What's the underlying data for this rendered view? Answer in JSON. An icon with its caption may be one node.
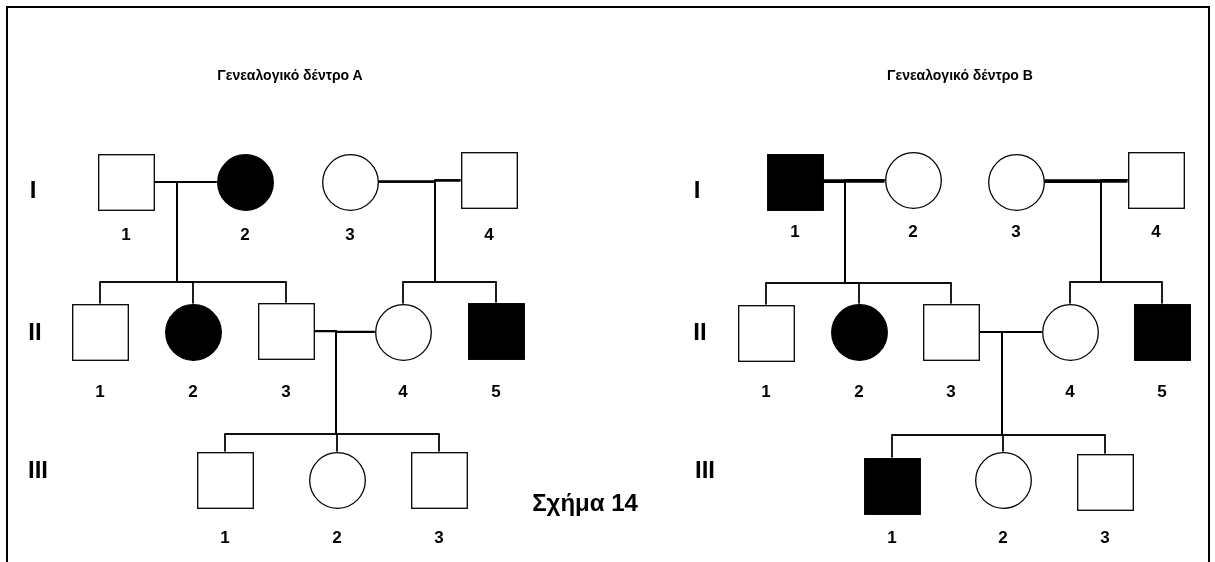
{
  "diagram": {
    "caption": "Σχήμα 14",
    "nodes": [
      {
        "text": [],
        "shape": "box",
        "beside": [
          "1"
        ]
      },
      {
        "text": [],
        "shape": "circle",
        "beside": [
          "2"
        ]
      },
      {
        "text": [],
        "shape": "circle",
        "beside": [
          "3"
        ]
      },
      {
        "text": [],
        "shape": "box",
        "beside": [
          "4"
        ]
      },
      {
        "text": [],
        "shape": "box",
        "beside": [
          "1"
        ]
      },
      {
        "text": [],
        "shape": "circle",
        "beside": [
          "2"
        ]
      },
      {
        "text": [],
        "shape": "box",
        "beside": [
          "3"
        ]
      },
      {
        "text": [],
        "shape": "circle",
        "beside": [
          "4"
        ]
      },
      {
        "text": [],
        "shape": "box",
        "beside": [
          "5"
        ]
      },
      {
        "text": [],
        "shape": "box",
        "beside": [
          "1"
        ]
      },
      {
        "text": [],
        "shape": "circle",
        "beside": [
          "2"
        ]
      },
      {
        "text": [],
        "shape": "box",
        "beside": [
          "3"
        ]
      },
      {
        "text": [],
        "shape": "box",
        "beside": [
          "1"
        ]
      },
      {
        "text": [],
        "shape": "circle",
        "beside": [
          "2"
        ]
      },
      {
        "text": [],
        "shape": "circle",
        "beside": [
          "3"
        ]
      },
      {
        "text": [],
        "shape": "box",
        "beside": [
          "4"
        ]
      },
      {
        "text": [],
        "shape": "box",
        "beside": [
          "1"
        ]
      },
      {
        "text": [],
        "shape": "circle",
        "beside": [
          "2"
        ]
      },
      {
        "text": [],
        "shape": "box",
        "beside": [
          "3"
        ]
      },
      {
        "text": [],
        "shape": "circle",
        "beside": [
          "4"
        ]
      },
      {
        "text": [],
        "shape": "box",
        "beside": [
          "5"
        ]
      },
      {
        "text": [],
        "shape": "box",
        "beside": [
          "1"
        ]
      },
      {
        "text": [],
        "shape": "circle",
        "beside": [
          "2"
        ]
      },
      {
        "text": [],
        "shape": "box",
        "beside": [
          "3"
        ]
      }
    ],
    "edges": [
      {
        "from": 0,
        "to": 1,
        "arrow": "none"
      },
      {
        "from": 0,
        "to": 4,
        "arrow": "none"
      },
      {
        "from": 0,
        "to": 5,
        "arrow": "none"
      },
      {
        "from": 0,
        "to": 6,
        "arrow": "none"
      },
      {
        "from": 1,
        "to": 4,
        "arrow": "none"
      },
      {
        "from": 1,
        "to": 5,
        "arrow": "none"
      },
      {
        "from": 1,
        "to": 6,
        "arrow": "none"
      },
      {
        "from": 2,
        "to": 3,
        "arrow": "none"
      },
      {
        "from": 2,
        "to": 7,
        "arrow": "none"
      },
      {
        "from": 2,
        "to": 8,
        "arrow": "none"
      },
      {
        "from": 3,
        "to": 7,
        "arrow": "none"
      },
      {
        "from": 3,
        "to": 8,
        "arrow": "none"
      },
      {
        "from": 6,
        "to": 7,
        "arrow": "none"
      },
      {
        "from": 6,
        "to": 9,
        "arrow": "none"
      },
      {
        "from": 6,
        "to": 10,
        "arrow": "none"
      },
      {
        "from": 6,
        "to": 11,
        "arrow": "none"
      },
      {
        "from": 7,
        "to": 9,
        "arrow": "none"
      },
      {
        "from": 7,
        "to": 10,
        "arrow": "none"
      },
      {
        "from": 7,
        "to": 11,
        "arrow": "none"
      },
      {
        "from": 12,
        "to": 13,
        "arrow": "none",
        "style": "thick"
      },
      {
        "from": 12,
        "to": 16,
        "arrow": "none"
      },
      {
        "from": 12,
        "to": 17,
        "arrow": "none"
      },
      {
        "from": 12,
        "to": 18,
        "arrow": "none"
      },
      {
        "from": 13,
        "to": 16,
        "arrow": "none"
      },
      {
        "from": 13,
        "to": 17,
        "arrow": "none"
      },
      {
        "from": 13,
        "to": 18,
        "arrow": "none"
      },
      {
        "from": 14,
        "to": 15,
        "arrow": "none",
        "style": "thick"
      },
      {
        "from": 14,
        "to": 19,
        "arrow": "none"
      },
      {
        "from": 14,
        "to": 20,
        "arrow": "none"
      },
      {
        "from": 15,
        "to": 19,
        "arrow": "none"
      },
      {
        "from": 15,
        "to": 20,
        "arrow": "none"
      },
      {
        "from": 18,
        "to": 19,
        "arrow": "none"
      },
      {
        "from": 18,
        "to": 21,
        "arrow": "none"
      },
      {
        "from": 18,
        "to": 22,
        "arrow": "none"
      },
      {
        "from": 18,
        "to": 23,
        "arrow": "none"
      },
      {
        "from": 19,
        "to": 21,
        "arrow": "none"
      },
      {
        "from": 19,
        "to": 22,
        "arrow": "none"
      },
      {
        "from": 19,
        "to": 23,
        "arrow": "none"
      }
    ],
    "labels": [
      "Γενεαλογικό δέντρο Α",
      "I",
      "II",
      "III",
      "Γενεαλογικό δέντρο Β",
      "I",
      "II",
      "III"
    ]
  }
}
